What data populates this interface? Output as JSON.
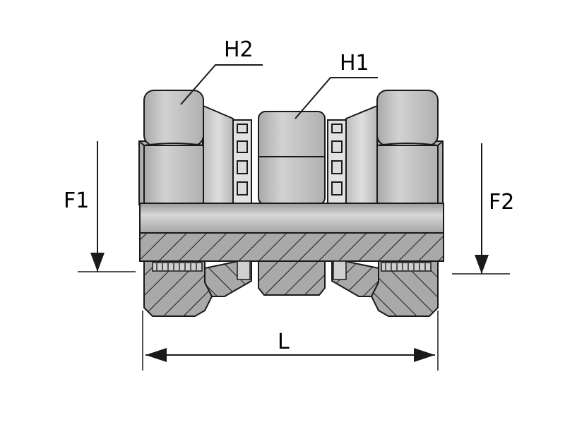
{
  "labels": {
    "h2": "H2",
    "h1": "H1",
    "f1": "F1",
    "f2": "F2",
    "l": "L"
  },
  "colors": {
    "outline": "#1a1a1a",
    "metal_light": "#c9c9c9",
    "metal_mid": "#b4b4b4",
    "metal_dark": "#8f8f8f",
    "section_fill": "#a9a9a9",
    "thread_dark": "#555555"
  }
}
